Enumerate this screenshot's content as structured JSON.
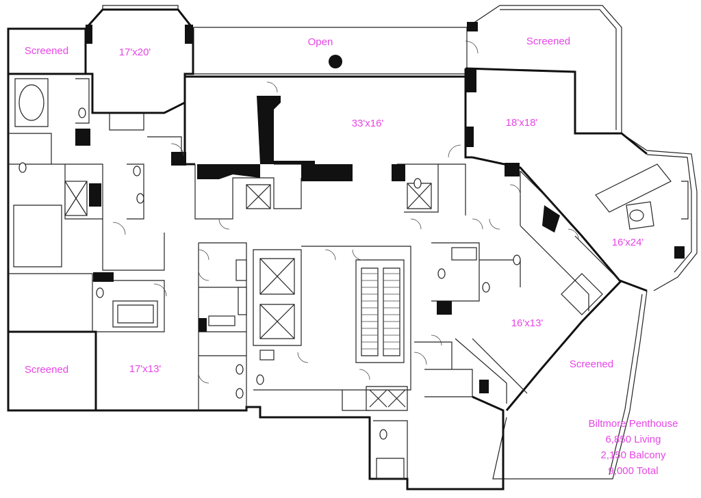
{
  "rooms": {
    "screened_nw": "Screened",
    "bedroom_17x20": "17'x20'",
    "open_terrace": "Open",
    "screened_ne": "Screened",
    "living_33x16": "33'x16'",
    "dining_18x18": "18'x18'",
    "kitchen_16x24": "16'x24'",
    "family_16x13": "16'x13'",
    "screened_se": "Screened",
    "screened_sw": "Screened",
    "bedroom_17x13": "17'x13'"
  },
  "info": {
    "name": "Biltmore Penthouse",
    "living": "6,850 Living",
    "balcony": "2,150 Balcony",
    "total": "9,000 Total"
  },
  "colors": {
    "label": "#e645e6",
    "wall": "#111111"
  }
}
